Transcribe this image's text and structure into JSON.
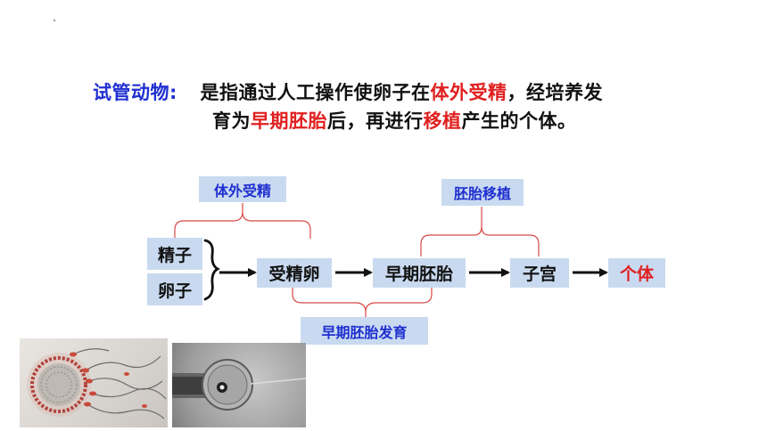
{
  "definition": {
    "term": "试管动物:",
    "line1": {
      "p1": "是指通过人工操作使卵子在",
      "h1": "体外受精",
      "p2": "，经培养发"
    },
    "line2": {
      "p1": "育为",
      "h1": "早期胚胎",
      "p2": "后，再进行",
      "h2": "移植",
      "p3": "产生的个体。"
    }
  },
  "diagram": {
    "labels": {
      "fertilization": "体外受精",
      "transfer": "胚胎移植",
      "development": "早期胚胎发育"
    },
    "inputs": [
      "精子",
      "卵子"
    ],
    "nodes": [
      "受精卵",
      "早期胚胎",
      "子宫",
      "个体"
    ]
  },
  "colors": {
    "term": "#1f2fd0",
    "highlight": "#e02020",
    "box": "#c9daf0",
    "bracket": "#d84848"
  },
  "images": [
    "sperm-egg-illustration",
    "microinjection-photo"
  ]
}
